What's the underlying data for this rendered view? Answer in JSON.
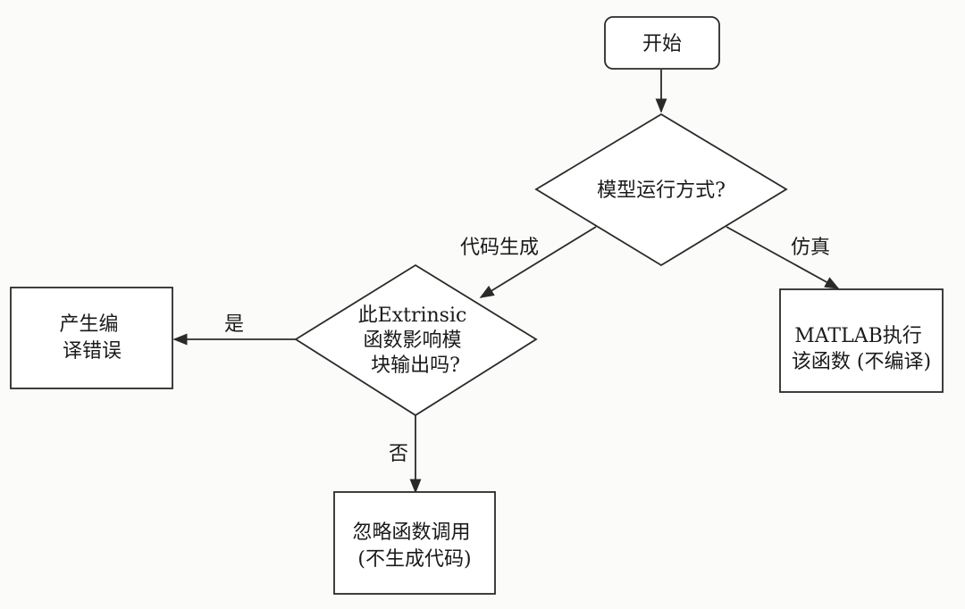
{
  "nodes": {
    "start": {
      "text": "开始"
    },
    "decision_mode": {
      "text": "模型运行方式?"
    },
    "decision_extrinsic": {
      "lines": [
        "此Extrinsic",
        "函数影响模",
        "块输出吗?"
      ]
    },
    "error": {
      "lines": [
        "产生编",
        "译错误"
      ]
    },
    "matlab_exec": {
      "lines": [
        "MATLAB执行",
        "该函数 (不编译)"
      ]
    },
    "ignore_call": {
      "lines": [
        "忽略函数调用",
        "(不生成代码)"
      ]
    }
  },
  "edges": {
    "codegen": {
      "label": "代码生成"
    },
    "simulation": {
      "label": "仿真"
    },
    "yes": {
      "label": "是"
    },
    "no": {
      "label": "否"
    }
  }
}
